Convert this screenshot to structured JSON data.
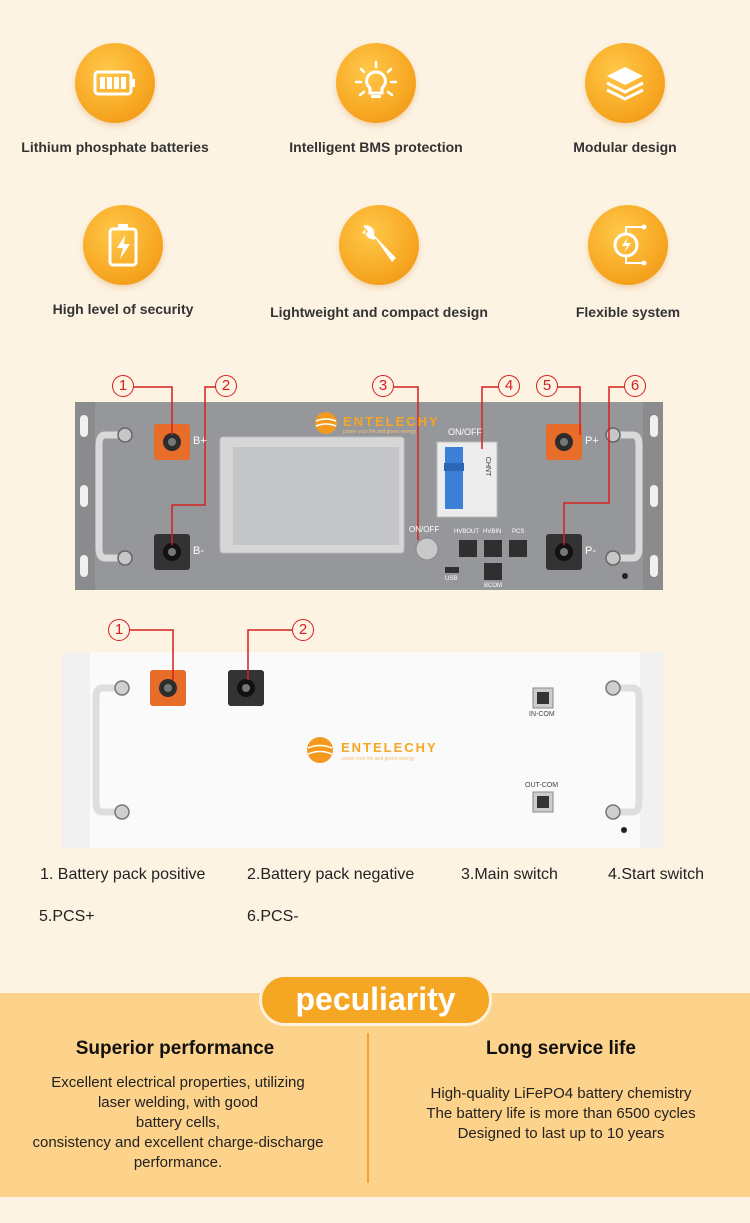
{
  "features": [
    {
      "label": "Lithium phosphate batteries",
      "icon": "battery-icon"
    },
    {
      "label": "Intelligent BMS protection",
      "icon": "lightbulb-icon"
    },
    {
      "label": "Modular design",
      "icon": "layers-icon"
    },
    {
      "label": "High level of security",
      "icon": "charging-battery-icon"
    },
    {
      "label": "Lightweight and compact design",
      "icon": "wrench-icon"
    },
    {
      "label": "Flexible system",
      "icon": "power-circuit-icon"
    }
  ],
  "front_panel": {
    "brand": "ENTELECHY",
    "tagline": "power your life and green energy",
    "markers": [
      "1",
      "2",
      "3",
      "4",
      "5",
      "6"
    ],
    "terminals": {
      "b_plus": "B+",
      "b_minus": "B-",
      "p_plus": "P+",
      "p_minus": "P-"
    },
    "switch_label": "ON/OFF",
    "on_off_label": "ON/OFF",
    "breaker_text": "CHNT",
    "ports": {
      "hvbout": "HVBOUT",
      "hvbin": "HVBIN",
      "pcs": "PCS",
      "bcom": "BCOM",
      "usb": "USB"
    }
  },
  "module_panel": {
    "brand": "ENTELECHY",
    "tagline": "power your life and green energy",
    "markers": [
      "1",
      "2"
    ],
    "ports": {
      "in_com": "IN-COM",
      "out_com": "OUT-COM"
    }
  },
  "captions": [
    "1. Battery pack positive",
    "2.Battery pack negative",
    "3.Main switch",
    "4.Start switch",
    "5.PCS+",
    "6.PCS-"
  ],
  "peculiarity": {
    "title": "peculiarity",
    "left": {
      "heading": "Superior performance",
      "lines": [
        "Excellent electrical properties, utilizing",
        "laser welding, with good",
        "battery cells,",
        "consistency and excellent charge-discharge",
        "performance."
      ]
    },
    "right": {
      "heading": "Long service life",
      "lines": [
        "High-quality LiFePO4 battery chemistry",
        "The battery life is more than 6500 cycles",
        "Designed to last up to 10 years"
      ]
    }
  }
}
